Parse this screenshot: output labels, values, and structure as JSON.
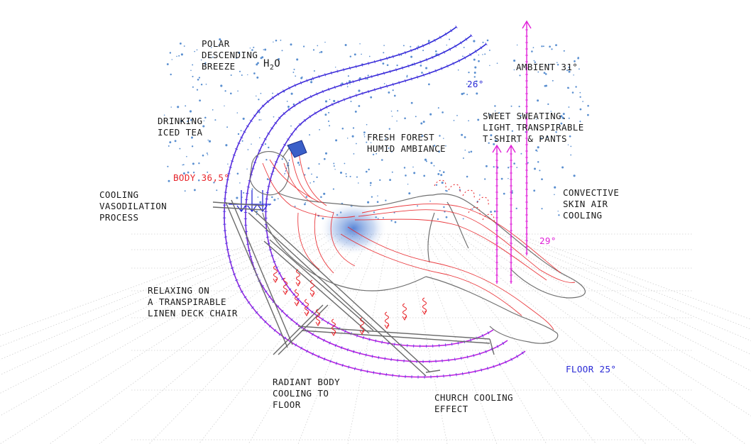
{
  "colors": {
    "ink": "#1a1a1a",
    "body_heat": "#e8262b",
    "convection": "#e020d8",
    "cool_air": "#2a2ad6",
    "vapor": "#5a8fd0",
    "floor_grid": "#c8c8c8"
  },
  "labels": {
    "polar_breeze": "POLAR\nDESCENDING\nBREEZE",
    "h2o_main": "H",
    "h2o_sub": "2",
    "h2o_tail": "O",
    "ambient": "AMBIENT 31°",
    "temp_26": "26°",
    "drinking_tea": "DRINKING\nICED TEA",
    "body_temp": "BODY 36,5°",
    "fresh_forest": "FRESH FOREST\nHUMID AMBIANCE",
    "sweet_sweating": "SWEET SWEATING.\nLIGHT TRANSPIRABLE\nT-SHIRT & PANTS",
    "convective": "CONVECTIVE\nSKIN AIR\nCOOLING",
    "temp_29": "29°",
    "cooling_vaso": "COOLING\nVASODILATION\nPROCESS",
    "relaxing": "RELAXING ON\nA TRANSPIRABLE\nLINEN DECK CHAIR",
    "floor": "FLOOR 25°",
    "radiant": "RADIANT BODY\nCOOLING TO\nFLOOR",
    "church": "CHURCH COOLING\nEFFECT"
  }
}
